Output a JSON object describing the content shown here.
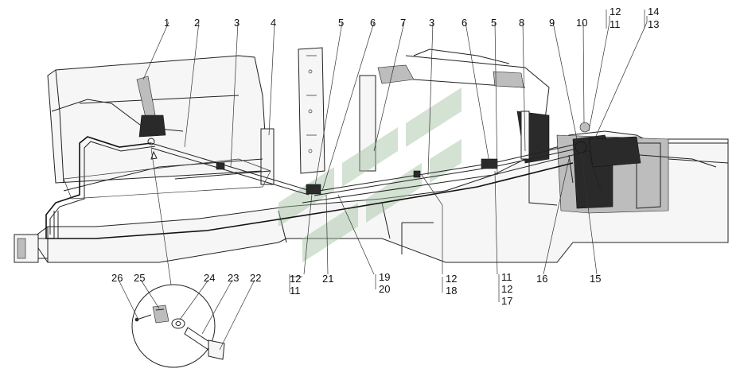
{
  "diagram": {
    "callouts": [
      {
        "id": "c1",
        "text": "1"
      },
      {
        "id": "c2",
        "text": "2"
      },
      {
        "id": "c3",
        "text": "3"
      },
      {
        "id": "c4",
        "text": "4"
      },
      {
        "id": "c5",
        "text": "5"
      },
      {
        "id": "c6",
        "text": "6"
      },
      {
        "id": "c7",
        "text": "7"
      },
      {
        "id": "c3b",
        "text": "3"
      },
      {
        "id": "c6b",
        "text": "6"
      },
      {
        "id": "c5b",
        "text": "5"
      },
      {
        "id": "c8",
        "text": "8"
      },
      {
        "id": "c9",
        "text": "9"
      },
      {
        "id": "c10",
        "text": "10"
      },
      {
        "id": "c12a",
        "text": "12"
      },
      {
        "id": "c11a",
        "text": "11"
      },
      {
        "id": "c14",
        "text": "14"
      },
      {
        "id": "c13",
        "text": "13"
      },
      {
        "id": "c12b",
        "text": "12"
      },
      {
        "id": "c11b",
        "text": "11"
      },
      {
        "id": "c21",
        "text": "21"
      },
      {
        "id": "c19",
        "text": "19"
      },
      {
        "id": "c20",
        "text": "20"
      },
      {
        "id": "c12c",
        "text": "12"
      },
      {
        "id": "c18",
        "text": "18"
      },
      {
        "id": "c11c",
        "text": "11"
      },
      {
        "id": "c12d",
        "text": "12"
      },
      {
        "id": "c17",
        "text": "17"
      },
      {
        "id": "c16",
        "text": "16"
      },
      {
        "id": "c15",
        "text": "15"
      },
      {
        "id": "c26",
        "text": "26"
      },
      {
        "id": "c25",
        "text": "25"
      },
      {
        "id": "c24",
        "text": "24"
      },
      {
        "id": "c23",
        "text": "23"
      },
      {
        "id": "c22",
        "text": "22"
      }
    ],
    "watermark": "green-logo-watermark"
  }
}
